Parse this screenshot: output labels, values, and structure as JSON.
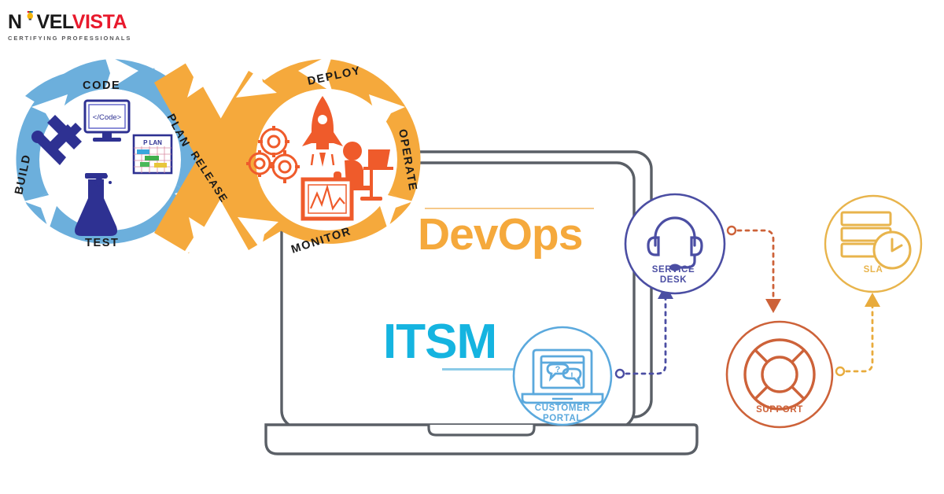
{
  "brand": {
    "name_part1": "N",
    "name_part2": "VEL",
    "name_part3": "VISTA",
    "tagline": "CERTIFYING PROFESSIONALS",
    "color_dark": "#1a1a1a",
    "color_red": "#e8192c"
  },
  "headings": {
    "devops": "DevOps",
    "devops_color": "#f5a93c",
    "itsm": "ITSM",
    "itsm_color": "#15b4e0"
  },
  "devops_loop": {
    "left_ring": {
      "color": "#6cafdc",
      "stages": [
        {
          "label": "CODE",
          "icon": "monitor-code-icon"
        },
        {
          "label": "PLAN",
          "icon": "plan-chart-icon"
        },
        {
          "label": "BUILD",
          "icon": "wrench-screwdriver-icon"
        },
        {
          "label": "TEST",
          "icon": "flask-icon"
        }
      ],
      "icon_color": "#2e3192",
      "code_icon_text": "</Code>",
      "plan_icon_text": "P LAN"
    },
    "right_ring": {
      "color": "#f5a93c",
      "stages": [
        {
          "label": "DEPLOY",
          "icon": "rocket-icon"
        },
        {
          "label": "OPERATE",
          "icon": "person-at-desk-icon"
        },
        {
          "label": "MONITOR",
          "icon": "monitor-graph-icon"
        }
      ],
      "extra_icon": "gears-icon",
      "icon_color": "#ef5b2b"
    },
    "crossband_label": "RELEASE",
    "crossband_color": "#f5a93c"
  },
  "laptop": {
    "outline_color": "#5a5f66",
    "name": "laptop-illustration"
  },
  "itsm_nodes": [
    {
      "id": "service-desk",
      "label_line1": "SERVICE",
      "label_line2": "DESK",
      "icon": "headset-icon",
      "color": "#4b4ea3"
    },
    {
      "id": "sla",
      "label_line1": "SLA",
      "label_line2": "",
      "icon": "sla-clock-icon",
      "color": "#e8b košer"
    },
    {
      "id": "support",
      "label_line1": "SUPPORT",
      "label_line2": "",
      "icon": "life-ring-icon",
      "color": "#cd6239"
    },
    {
      "id": "customer-portal",
      "label_line1": "CUSTOMER",
      "label_line2": "PORTAL",
      "icon": "laptop-chat-icon",
      "color": "#5ba9dd"
    }
  ],
  "connectors": [
    {
      "from": "customer-portal",
      "to": "service-desk",
      "color": "#4b4ea3",
      "style": "dotted-arrow"
    },
    {
      "from": "service-desk",
      "to": "support",
      "color": "#cd6239",
      "style": "dotted-arrow"
    },
    {
      "from": "support",
      "to": "sla",
      "color": "#e8ab3c",
      "style": "dotted-arrow"
    }
  ]
}
